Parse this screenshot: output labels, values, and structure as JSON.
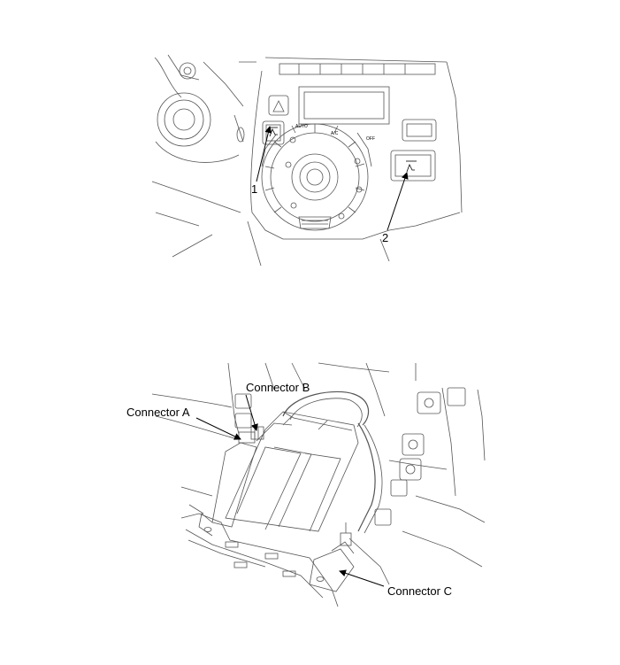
{
  "figure_top": {
    "callouts": [
      {
        "id": "1",
        "label": "1"
      },
      {
        "id": "2",
        "label": "2"
      }
    ],
    "panel_text": {
      "auto": "AUTO",
      "ac": "A/C",
      "off": "OFF"
    }
  },
  "figure_bottom": {
    "callouts": [
      {
        "id": "connector-a",
        "label": "Connector A"
      },
      {
        "id": "connector-b",
        "label": "Connector B"
      },
      {
        "id": "connector-c",
        "label": "Connector C"
      }
    ]
  }
}
